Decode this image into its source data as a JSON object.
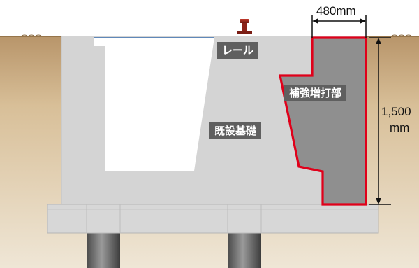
{
  "labels": {
    "rail": "レール",
    "reinforcement": "補強増打部",
    "existing_foundation": "既設基礎"
  },
  "dimensions": {
    "width": "480mm",
    "height_value": "1,500",
    "height_unit": "mm"
  },
  "colors": {
    "ground": "#c9a46f",
    "concrete": "#d6d6d6",
    "reinforcement_fill": "#8f8f8f",
    "reinforcement_outline": "#e0001a",
    "pile": "#6b6b6b",
    "label_bg": "#5f5f5f"
  }
}
